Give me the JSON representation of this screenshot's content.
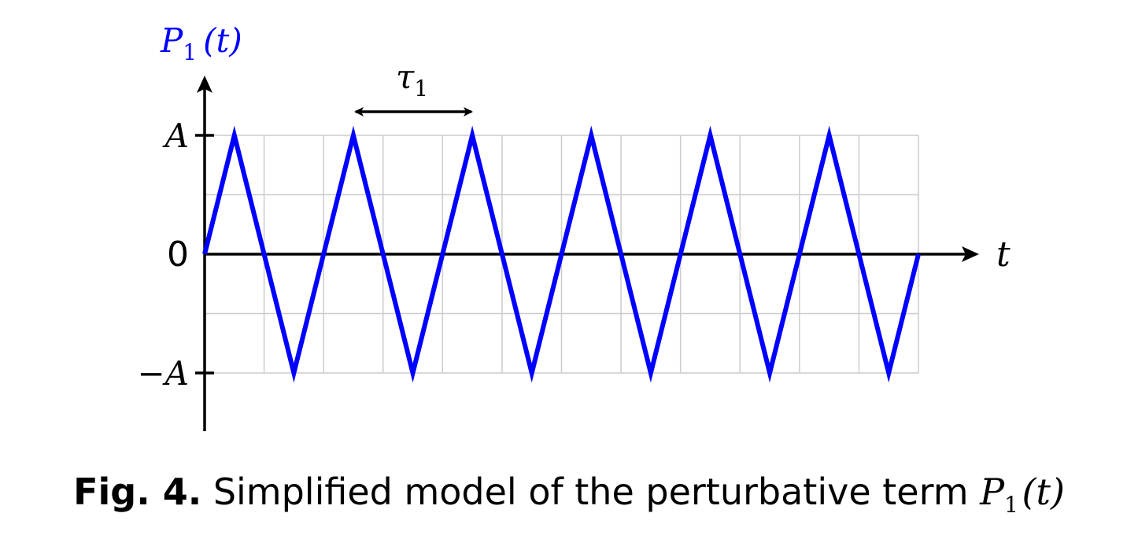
{
  "chart_data": {
    "type": "line",
    "y_axis_label": {
      "main": "P",
      "sub": "1",
      "arg": "(t)"
    },
    "x_axis_label": "t",
    "y_tick_labels": [
      {
        "value": 1,
        "text": "A"
      },
      {
        "value": 0,
        "text": "0"
      },
      {
        "value": -1,
        "text": "−A"
      }
    ],
    "period_annotation": {
      "main": "τ",
      "sub": "1"
    },
    "period": 2,
    "x_range": [
      0,
      12
    ],
    "y_range": [
      -1,
      1
    ],
    "grid": true,
    "series": [
      {
        "color": "#0000ff",
        "x": [
          0,
          0.5,
          1.5,
          2.5,
          3.5,
          4.5,
          5.5,
          6.5,
          7.5,
          8.5,
          9.5,
          10.5,
          11.5,
          12
        ],
        "y": [
          0,
          1,
          -1,
          1,
          -1,
          1,
          -1,
          1,
          -1,
          1,
          -1,
          1,
          -1,
          0
        ]
      }
    ]
  },
  "caption": {
    "bold": "Fig. 4.",
    "text": "Simplified model of the perturbative term",
    "math_main": "P",
    "math_sub": "1",
    "math_arg": "(t)"
  },
  "colors": {
    "series": "#0000ff",
    "axes": "#000000",
    "grid": "#cccccc"
  }
}
